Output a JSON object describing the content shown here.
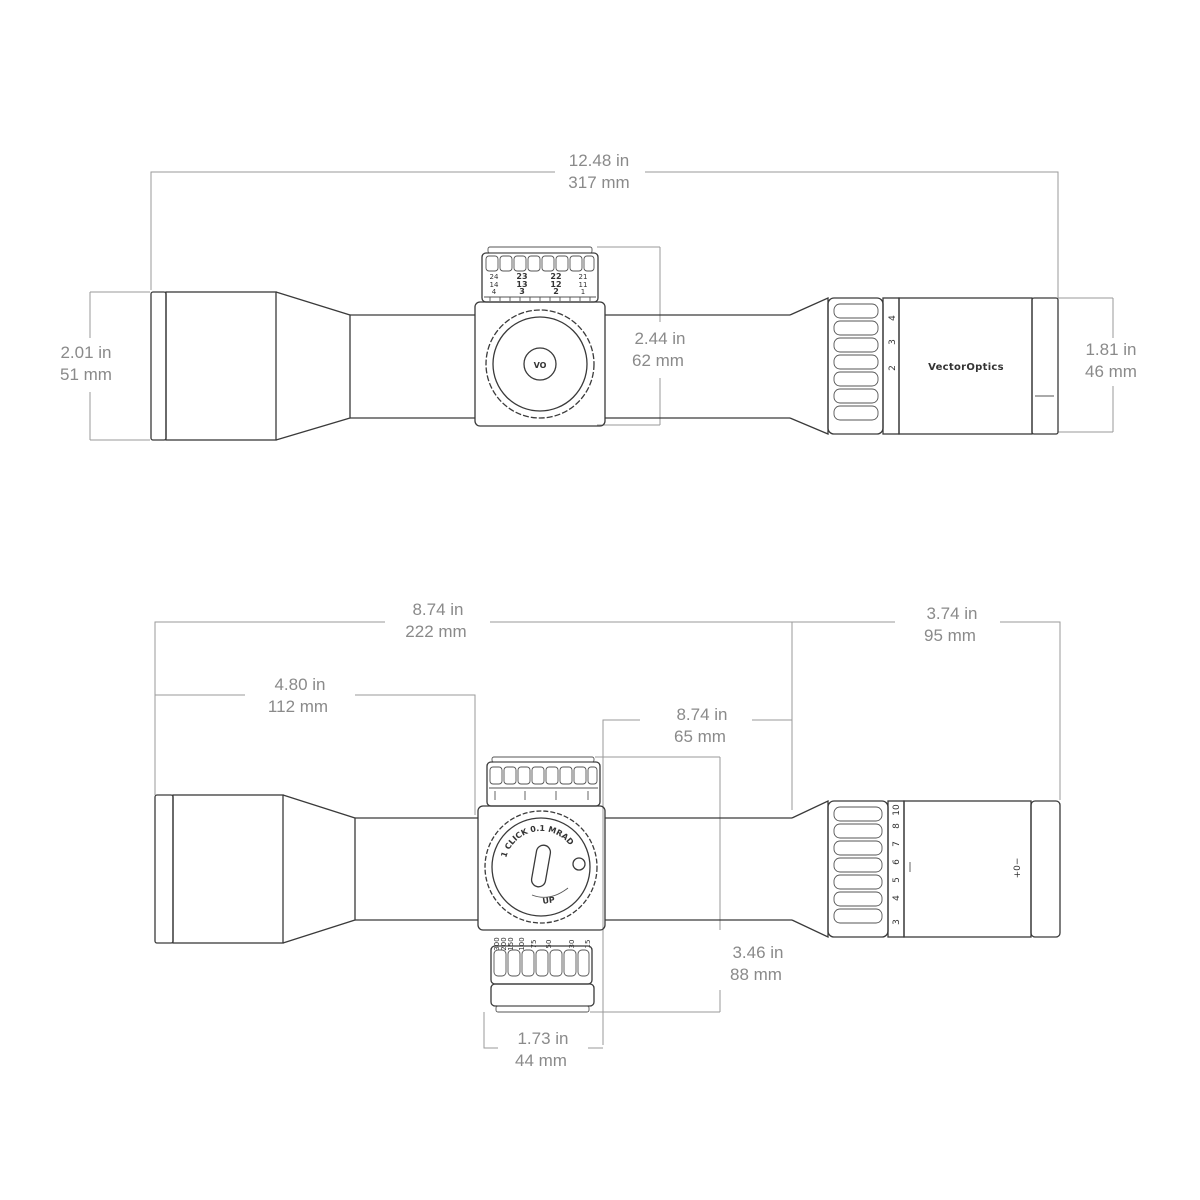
{
  "top_view": {
    "overall_length": {
      "in": "12.48 in",
      "mm": "317 mm"
    },
    "objective_diameter": {
      "in": "2.01 in",
      "mm": "51 mm"
    },
    "turret_height": {
      "in": "2.44 in",
      "mm": "62 mm"
    },
    "eyepiece_diameter": {
      "in": "1.81 in",
      "mm": "46 mm"
    },
    "brand_logo": "VectorOptics",
    "elevation_scale_row1": [
      "24",
      "23",
      "22",
      "21"
    ],
    "elevation_scale_row2": [
      "14",
      "13",
      "12",
      "11"
    ],
    "elevation_scale_row3": [
      "4",
      "3",
      "2",
      "1"
    ],
    "mag_ring_marks": [
      "4",
      "3",
      "2"
    ]
  },
  "side_view": {
    "length_to_ring": {
      "in": "8.74 in",
      "mm": "222 mm"
    },
    "eyepiece_length": {
      "in": "3.74 in",
      "mm": "95 mm"
    },
    "objective_to_turret": {
      "in": "4.80 in",
      "mm": "112 mm"
    },
    "mount_span": {
      "in": "8.74 in",
      "mm": "65 mm"
    },
    "turret_total_height": {
      "in": "3.46 in",
      "mm": "88 mm"
    },
    "turret_width": {
      "in": "1.73 in",
      "mm": "44 mm"
    },
    "turret_cap_text": "1 CLICK 0.1 MRAD",
    "turret_up_text": "UP",
    "parallax_marks": [
      "300",
      "200",
      "150",
      "100",
      "75",
      "50",
      "30",
      "15"
    ],
    "mag_ring_marks": [
      "10",
      "8",
      "7",
      "6",
      "5",
      "4",
      "3"
    ],
    "diopter_mark": "+0−"
  },
  "colors": {
    "dimension": "#8a8a8a",
    "outline": "#3a3a3a",
    "background": "#ffffff"
  }
}
